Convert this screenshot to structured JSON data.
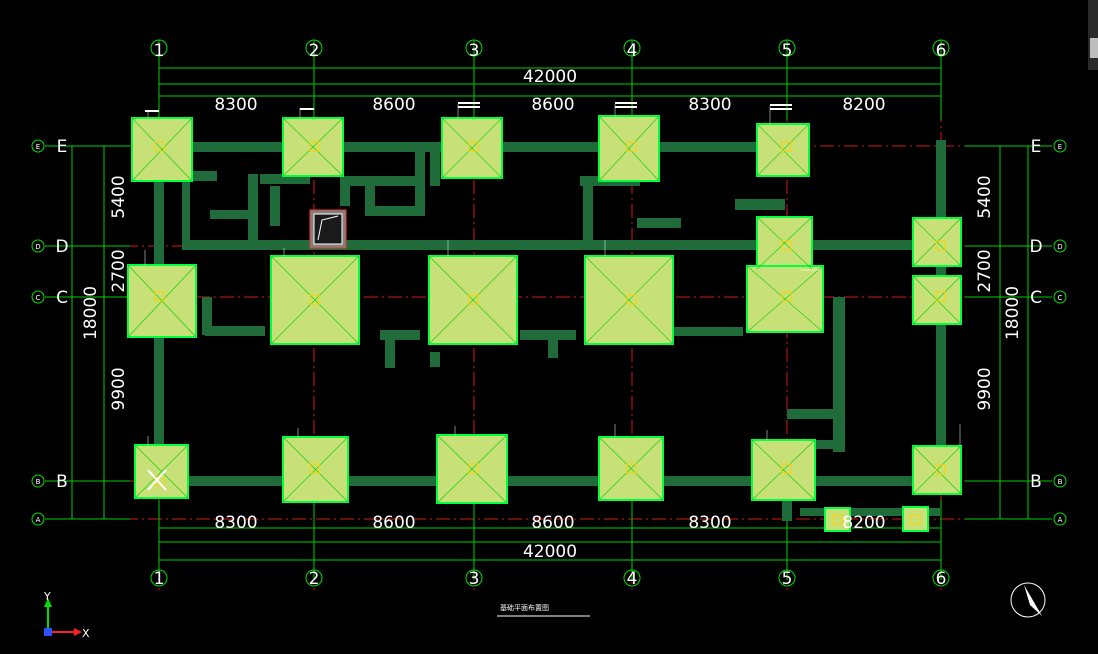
{
  "drawing": {
    "title": "基础平面布置图",
    "background": "#000000",
    "colors": {
      "grid_line": "#00ff00",
      "axis_line": "#ff2020",
      "beam": "#1f6b3a",
      "footing_fill": "#c8e078",
      "footing_edge": "#00ff3c"
    },
    "grid": {
      "columns": [
        "1",
        "2",
        "3",
        "4",
        "5",
        "6"
      ],
      "rows": [
        "E",
        "D",
        "C",
        "B",
        "A"
      ]
    },
    "dims_top": {
      "spans": [
        "8300",
        "8600",
        "8600",
        "8300",
        "8200"
      ],
      "total": "42000"
    },
    "dims_bottom": {
      "spans": [
        "8300",
        "8600",
        "8600",
        "8300",
        "8200"
      ],
      "total": "42000"
    },
    "dims_left": {
      "spans": [
        "5400",
        "2700",
        "9900"
      ],
      "total": "18000"
    },
    "dims_right": {
      "spans": [
        "5400",
        "2700",
        "9900"
      ],
      "total": "18000"
    },
    "ucs": {
      "x_label": "X",
      "y_label": "Y"
    }
  }
}
